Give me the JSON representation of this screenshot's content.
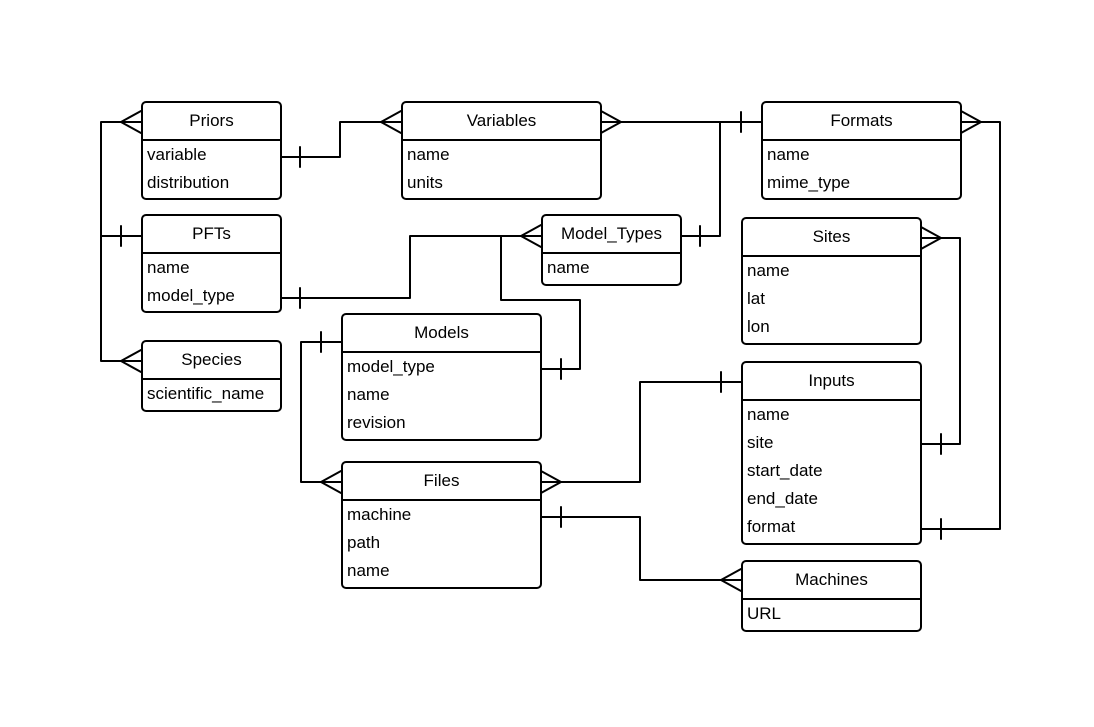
{
  "entities": {
    "priors": {
      "title": "Priors",
      "fields": [
        "variable",
        "distribution"
      ]
    },
    "variables": {
      "title": "Variables",
      "fields": [
        "name",
        "units"
      ]
    },
    "formats": {
      "title": "Formats",
      "fields": [
        "name",
        "mime_type"
      ]
    },
    "pfts": {
      "title": "PFTs",
      "fields": [
        "name",
        "model_type"
      ]
    },
    "model_types": {
      "title": "Model_Types",
      "fields": [
        "name"
      ]
    },
    "sites": {
      "title": "Sites",
      "fields": [
        "name",
        "lat",
        "lon"
      ]
    },
    "models": {
      "title": "Models",
      "fields": [
        "model_type",
        "name",
        "revision"
      ]
    },
    "species": {
      "title": "Species",
      "fields": [
        "scientific_name"
      ]
    },
    "inputs": {
      "title": "Inputs",
      "fields": [
        "name",
        "site",
        "start_date",
        "end_date",
        "format"
      ]
    },
    "files": {
      "title": "Files",
      "fields": [
        "machine",
        "path",
        "name"
      ]
    },
    "machines": {
      "title": "Machines",
      "fields": [
        "URL"
      ]
    }
  },
  "relationships": [
    {
      "name": "priors-variable-to-variables",
      "from": "priors.variable",
      "from_end": "one",
      "to": "variables",
      "to_end": "many"
    },
    {
      "name": "variables-to-formats",
      "from": "variables",
      "from_end": "many",
      "to": "formats",
      "to_end": "one"
    },
    {
      "name": "model-types-to-formats",
      "from": "model_types",
      "from_end": "one",
      "to": "formats",
      "to_end": "one"
    },
    {
      "name": "pfts-model-type-to-model-types",
      "from": "pfts.model_type",
      "from_end": "one",
      "to": "model_types",
      "to_end": "many"
    },
    {
      "name": "models-model-type-to-model-types",
      "from": "models.model_type",
      "from_end": "one",
      "to": "model_types",
      "to_end": "many"
    },
    {
      "name": "pfts-to-priors",
      "from": "pfts",
      "from_end": "one",
      "to": "priors",
      "to_end": "many"
    },
    {
      "name": "pfts-to-species",
      "from": "pfts",
      "from_end": "one",
      "to": "species",
      "to_end": "many"
    },
    {
      "name": "models-to-files",
      "from": "models",
      "from_end": "one",
      "to": "files",
      "to_end": "many"
    },
    {
      "name": "files-to-inputs",
      "from": "files",
      "from_end": "many",
      "to": "inputs",
      "to_end": "one"
    },
    {
      "name": "files-machine-to-machines",
      "from": "files.machine",
      "from_end": "one",
      "to": "machines",
      "to_end": "many"
    },
    {
      "name": "inputs-site-to-sites",
      "from": "inputs.site",
      "from_end": "one",
      "to": "sites",
      "to_end": "many"
    },
    {
      "name": "inputs-format-to-formats",
      "from": "inputs.format",
      "from_end": "one",
      "to": "formats",
      "to_end": "many"
    }
  ],
  "colors": {
    "line": "#000000",
    "background": "#ffffff"
  }
}
